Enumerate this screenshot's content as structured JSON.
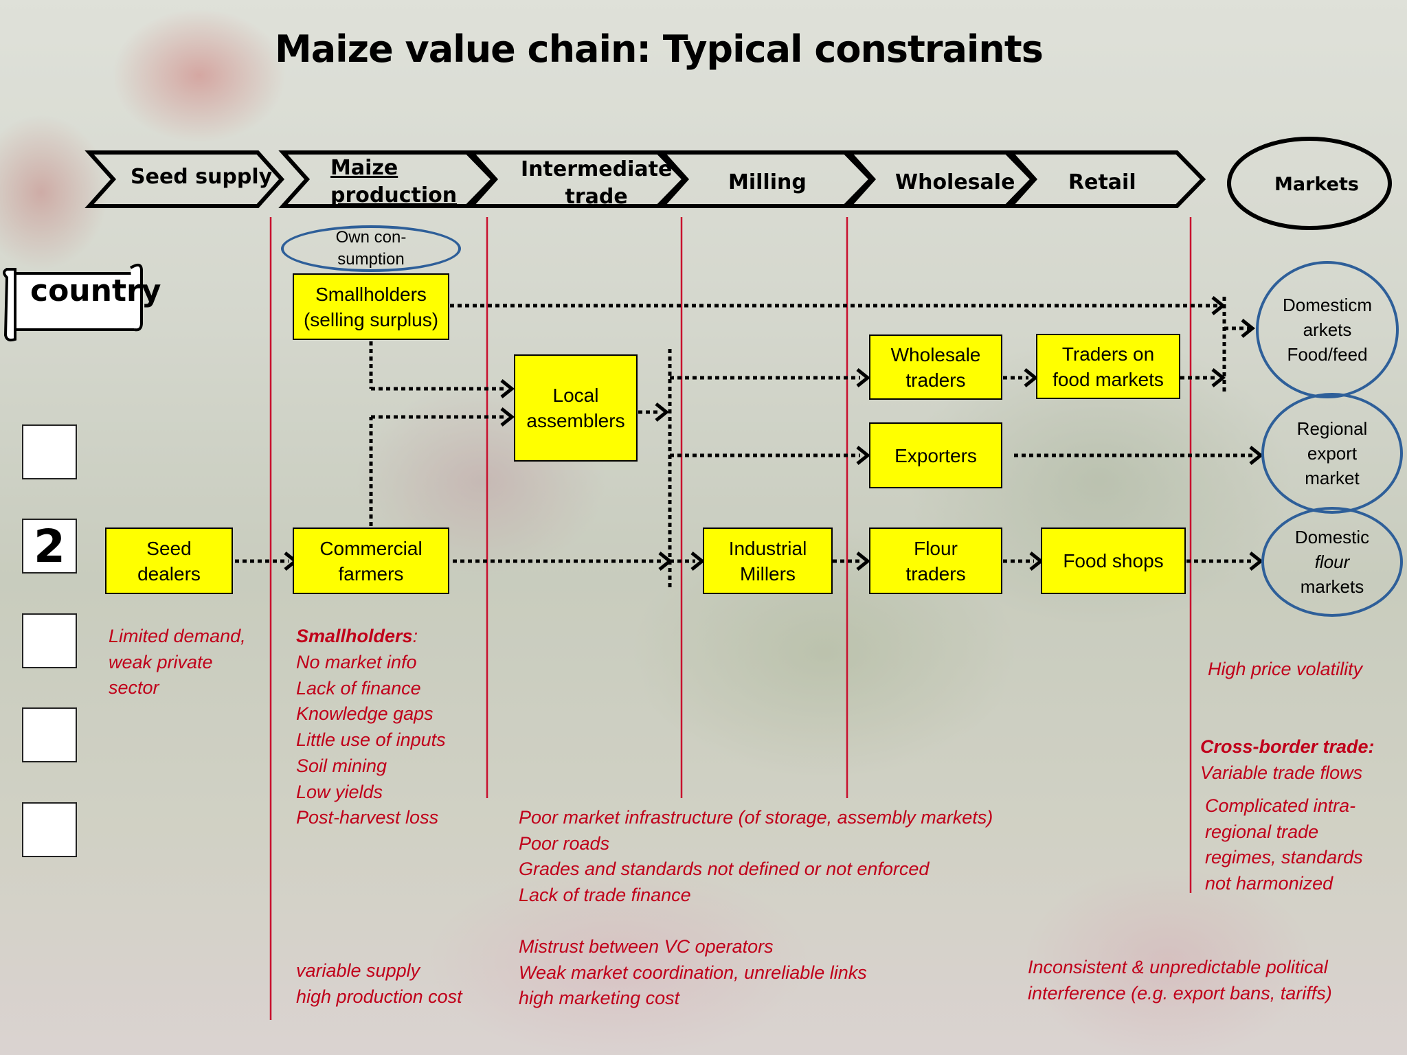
{
  "title": "Maize value chain: Typical constraints",
  "chain_stages": [
    "Seed supply",
    "Maize\nproduction",
    "Intermediate\ntrade",
    "Milling",
    "Wholesale",
    "Retail"
  ],
  "markets_header": "Markets",
  "country_label": "country",
  "side_number": "2",
  "own_consumption": "Own  con-\nsumption",
  "actors": {
    "smallholders": "Smallholders\n(selling surplus)",
    "local_assemblers": "Local\nassemblers",
    "wholesale_traders": "Wholesale\ntraders",
    "traders_food_markets": "Traders on\nfood markets",
    "exporters": "Exporters",
    "seed_dealers": "Seed\ndealers",
    "commercial_farmers": "Commercial\nfarmers",
    "industrial_millers": "Industrial\nMillers",
    "flour_traders": "Flour\ntraders",
    "food_shops": "Food shops"
  },
  "markets": {
    "domestic_food_feed": "Domesticm\narkets\nFood/feed",
    "regional_export": "Regional\nexport\nmarket",
    "domestic_flour_1": "Domestic",
    "domestic_flour_2": "flour",
    "domestic_flour_3": "markets"
  },
  "constraints": {
    "seed": "Limited demand,\nweak private\nsector",
    "smallholders_heading": "Smallholders",
    "smallholders_list": "No market info\nLack of finance\nKnowledge gaps\nLittle use of inputs\nSoil mining\nLow yields\nPost-harvest loss",
    "trade_infra": "Poor market infrastructure (of storage, assembly markets)\nPoor roads\nGrades and standards not defined or not enforced\nLack of trade finance",
    "price_volatility": "High price volatility",
    "cross_border_heading": "Cross-border trade:",
    "cross_border_flows": "Variable trade flows",
    "intra_regional": "Complicated intra-\nregional trade\nregimes, standards\nnot harmonized",
    "production_cost": "variable supply\nhigh production cost",
    "coordination": "Mistrust between VC operators\nWeak market coordination, unreliable links\nhigh marketing cost",
    "political": "Inconsistent & unpredictable political\ninterference (e.g. export bans, tariffs)"
  },
  "colors": {
    "box_fill": "#ffff00",
    "constraint_text": "#c0001a",
    "divider": "#c8102e",
    "market_oval": "#2e5f99"
  }
}
